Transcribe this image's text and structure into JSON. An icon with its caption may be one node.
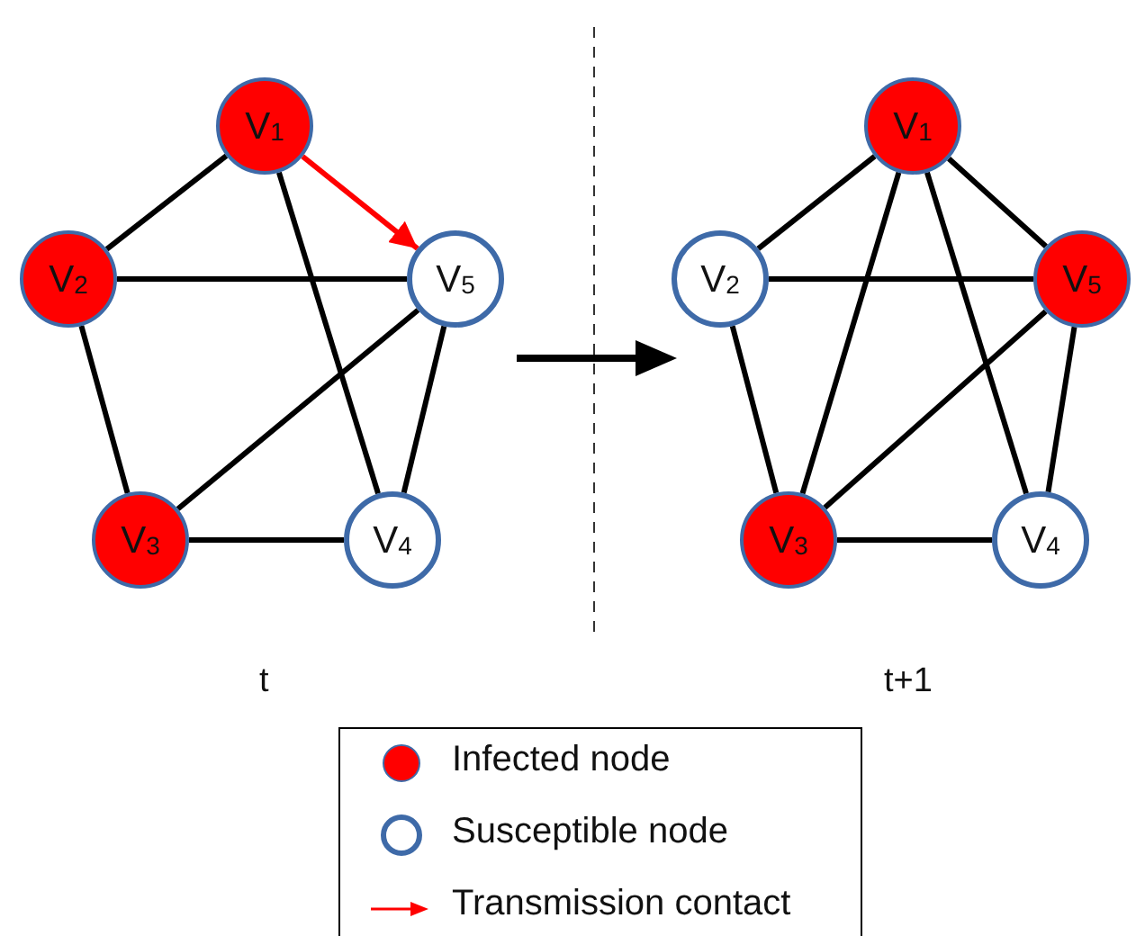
{
  "diagram": {
    "nodes": [
      {
        "text": [
          "V$_{1}$"
        ]
      },
      {
        "text": [
          "V$_{2}$"
        ]
      },
      {
        "text": [
          "V$_{3}$"
        ]
      },
      {
        "text": [
          "V$_{4}$"
        ]
      },
      {
        "text": [
          "V$_{5}$"
        ]
      },
      {
        "text": [
          "V$_{1}$"
        ]
      },
      {
        "text": [
          "V$_{2}$"
        ]
      },
      {
        "text": [
          "V$_{3}$"
        ]
      },
      {
        "text": [
          "V$_{4}$"
        ]
      },
      {
        "text": [
          "V$_{5}$"
        ]
      }
    ],
    "edges": [
      {
        "from": 0,
        "to": 1,
        "arrow": "none"
      },
      {
        "from": 0,
        "to": 3,
        "arrow": "none"
      },
      {
        "from": 0,
        "to": 4,
        "arrow": "to",
        "color": "#ff0000"
      },
      {
        "from": 1,
        "to": 4,
        "arrow": "none"
      },
      {
        "from": 1,
        "to": 2,
        "arrow": "none"
      },
      {
        "from": 2,
        "to": 4,
        "arrow": "none"
      },
      {
        "from": 2,
        "to": 3,
        "arrow": "none"
      },
      {
        "from": 3,
        "to": 4,
        "arrow": "none"
      },
      {
        "from": 5,
        "to": 6,
        "arrow": "none"
      },
      {
        "from": 5,
        "to": 7,
        "arrow": "none"
      },
      {
        "from": 5,
        "to": 8,
        "arrow": "none"
      },
      {
        "from": 5,
        "to": 9,
        "arrow": "none"
      },
      {
        "from": 6,
        "to": 9,
        "arrow": "none"
      },
      {
        "from": 6,
        "to": 7,
        "arrow": "none"
      },
      {
        "from": 7,
        "to": 9,
        "arrow": "none"
      },
      {
        "from": 7,
        "to": 8,
        "arrow": "none"
      },
      {
        "from": 8,
        "to": 9,
        "arrow": "none"
      }
    ],
    "labels": [
      "t",
      "t+1"
    ],
    "legend": [
      {
        "text": "Infected node",
        "color": "#ff0000"
      },
      {
        "text": "Susceptible node"
      },
      {
        "text": "Transmission contact"
      }
    ]
  }
}
